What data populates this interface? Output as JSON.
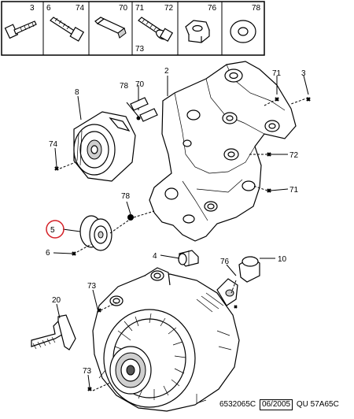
{
  "legend": {
    "top_row": [
      "3",
      "6",
      "74",
      "70",
      "71",
      "72",
      "76",
      "78"
    ],
    "extra": "73"
  },
  "callouts": [
    "2",
    "70",
    "78",
    "71",
    "3",
    "8",
    "74",
    "72",
    "71",
    "78",
    "5",
    "6",
    "4",
    "76",
    "10",
    "73",
    "20",
    "73"
  ],
  "footer": {
    "ref": "6532065C",
    "date": "06/2005",
    "code": "QU 57A65C"
  },
  "highlight_color": "#d42027"
}
